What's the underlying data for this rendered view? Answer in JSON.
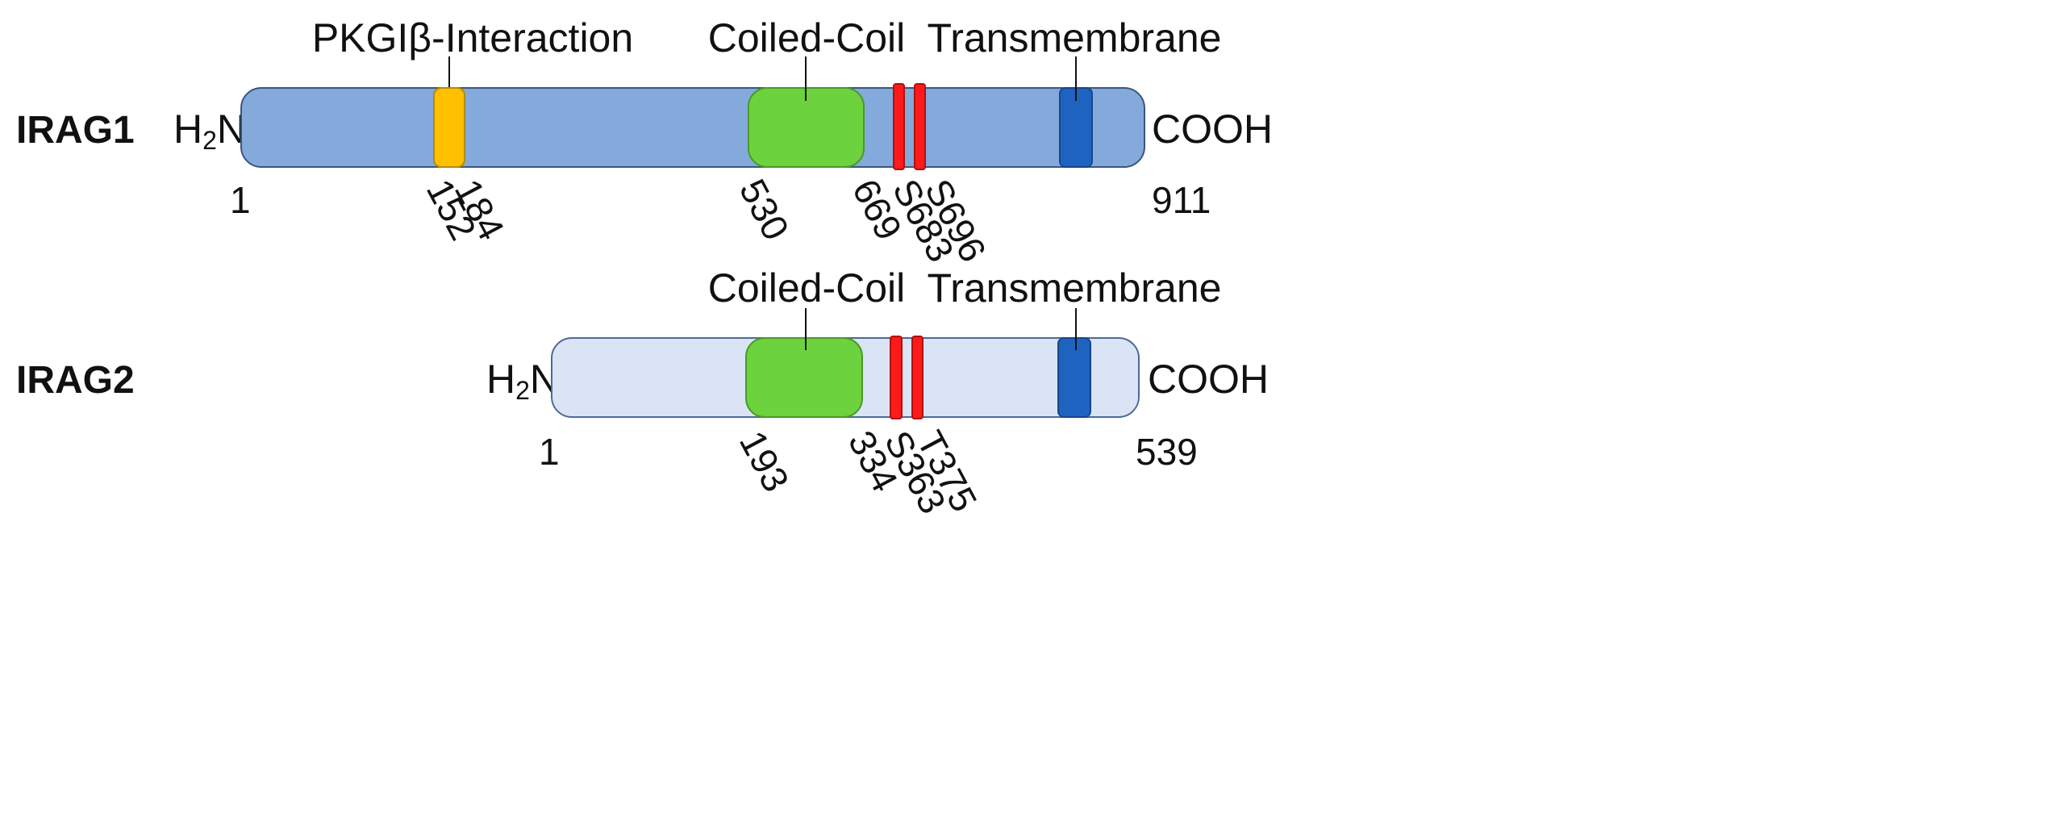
{
  "proteins": [
    {
      "name": "IRAG1",
      "n_terminus": {
        "main": "H",
        "sub": "2",
        "tail": "N"
      },
      "c_terminus": "COOH",
      "color": "#84a9db",
      "length_label": "911",
      "start_label": "1",
      "domains": [
        {
          "label": "PKGIβ-Interaction",
          "color": "#ffc000"
        },
        {
          "label": "Coiled-Coil",
          "color": "#6cd23e"
        },
        {
          "label": "Transmembrane",
          "color": "#1f63c0"
        }
      ],
      "phosphosite_color": "#ff1a1a",
      "positions": [
        "152",
        "184",
        "530",
        "669",
        "S683",
        "S696"
      ]
    },
    {
      "name": "IRAG2",
      "n_terminus": {
        "main": "H",
        "sub": "2",
        "tail": "N"
      },
      "c_terminus": "COOH",
      "color": "#dae4f4",
      "length_label": "539",
      "start_label": "1",
      "domains": [
        {
          "label": "Coiled-Coil",
          "color": "#6cd23e"
        },
        {
          "label": "Transmembrane",
          "color": "#1f63c0"
        }
      ],
      "phosphosite_color": "#ff1a1a",
      "positions": [
        "193",
        "334",
        "S363",
        "T375"
      ]
    }
  ]
}
